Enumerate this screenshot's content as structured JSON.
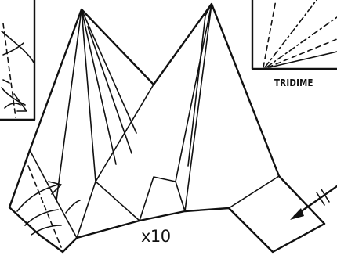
{
  "diagram": {
    "multiplier_label": "x10",
    "partial_caption": "TRIDIME"
  },
  "icons": {
    "left_inset": "fold-detail-inset",
    "right_inset": "radial-crease-inset",
    "arrow": "fold-direction-arrow"
  }
}
